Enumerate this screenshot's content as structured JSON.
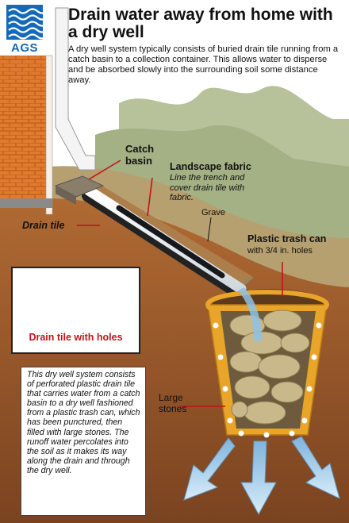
{
  "logo": {
    "text": "AGS",
    "color": "#1469b8"
  },
  "title": "Drain water away from home with a dry well",
  "intro": "A dry well system typically consists of buried drain tile running from a catch basin to a collection container. This allows water to disperse and be absorbed slowly into the surrounding soil some distance away.",
  "labels": {
    "catch_basin": "Catch basin",
    "landscape_fabric": "Landscape fabric",
    "landscape_fabric_note": "Line the trench and cover drain tile with fabric.",
    "gravel": "Grave",
    "drain_tile": "Drain tile",
    "trash_can": "Plastic trash can",
    "trash_can_note": "with 3/4 in. holes",
    "large_stones": "Large stones"
  },
  "inset": {
    "caption": "Drain tile with holes"
  },
  "description": "This dry well system consists of perforated plastic drain tile that carries water from a catch basin to a dry well fashioned from a plastic trash can, which has been punctured, then filled with large stones. The runoff water percolates into the soil as it makes its way along the drain and through the dry well.",
  "colors": {
    "brick": "#e07a2e",
    "soil": "#9c5a2a",
    "grass": "#a8b58a",
    "sky": "#ffffff",
    "can": "#e8a52a",
    "stones": "#c9b98a",
    "water": "#8fc1e3",
    "accent_red": "#c0141b"
  }
}
